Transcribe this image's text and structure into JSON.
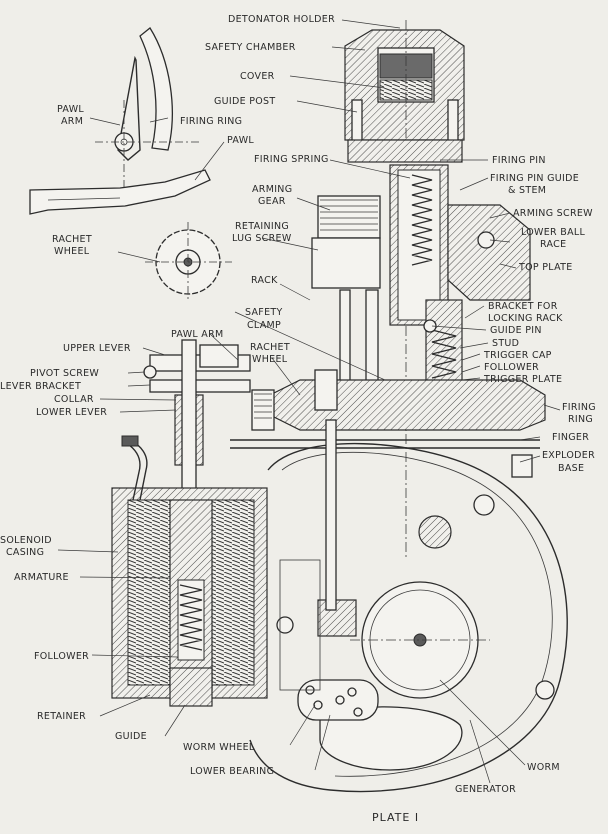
{
  "plate_title": "PLATE I",
  "colors": {
    "paper": "#efeee9",
    "ink": "#2c2c2c"
  },
  "labels": [
    {
      "id": "detonator-holder",
      "text": "DETONATOR HOLDER"
    },
    {
      "id": "safety-chamber",
      "text": "SAFETY CHAMBER"
    },
    {
      "id": "cover",
      "text": "COVER"
    },
    {
      "id": "guide-post",
      "text": "GUIDE POST"
    },
    {
      "id": "pawl-arm-top-1",
      "text": "PAWL"
    },
    {
      "id": "pawl-arm-top-2",
      "text": "ARM"
    },
    {
      "id": "firing-ring-top",
      "text": "FIRING RING"
    },
    {
      "id": "pawl",
      "text": "PAWL"
    },
    {
      "id": "firing-spring",
      "text": "FIRING SPRING"
    },
    {
      "id": "firing-pin",
      "text": "FIRING PIN"
    },
    {
      "id": "firing-pin-guide-1",
      "text": "FIRING PIN GUIDE"
    },
    {
      "id": "firing-pin-guide-2",
      "text": "& STEM"
    },
    {
      "id": "arming-gear-1",
      "text": "ARMING"
    },
    {
      "id": "arming-gear-2",
      "text": "GEAR"
    },
    {
      "id": "arming-screw",
      "text": "ARMING SCREW"
    },
    {
      "id": "rachet-wheel-top-1",
      "text": "RACHET"
    },
    {
      "id": "rachet-wheel-top-2",
      "text": "WHEEL"
    },
    {
      "id": "retaining-lug-1",
      "text": "RETAINING"
    },
    {
      "id": "retaining-lug-2",
      "text": "LUG SCREW"
    },
    {
      "id": "lower-ball-race-1",
      "text": "LOWER BALL"
    },
    {
      "id": "lower-ball-race-2",
      "text": "RACE"
    },
    {
      "id": "top-plate",
      "text": "TOP PLATE"
    },
    {
      "id": "rack",
      "text": "RACK"
    },
    {
      "id": "safety-clamp-1",
      "text": "SAFETY"
    },
    {
      "id": "safety-clamp-2",
      "text": "CLAMP"
    },
    {
      "id": "bracket-locking-1",
      "text": "BRACKET FOR"
    },
    {
      "id": "bracket-locking-2",
      "text": "LOCKING RACK"
    },
    {
      "id": "guide-pin",
      "text": "GUIDE PIN"
    },
    {
      "id": "pawl-arm-mid",
      "text": "PAWL ARM"
    },
    {
      "id": "stud",
      "text": "STUD"
    },
    {
      "id": "upper-lever",
      "text": "UPPER LEVER"
    },
    {
      "id": "rachet-wheel-mid-1",
      "text": "RACHET"
    },
    {
      "id": "rachet-wheel-mid-2",
      "text": "WHEEL"
    },
    {
      "id": "trigger-cap",
      "text": "TRIGGER CAP"
    },
    {
      "id": "follower-right",
      "text": "FOLLOWER"
    },
    {
      "id": "trigger-plate",
      "text": "TRIGGER PLATE"
    },
    {
      "id": "pivot-screw",
      "text": "PIVOT SCREW"
    },
    {
      "id": "lever-bracket",
      "text": "LEVER BRACKET"
    },
    {
      "id": "collar",
      "text": "COLLAR"
    },
    {
      "id": "lower-lever",
      "text": "LOWER LEVER"
    },
    {
      "id": "firing-ring-right-1",
      "text": "FIRING"
    },
    {
      "id": "firing-ring-right-2",
      "text": "RING"
    },
    {
      "id": "finger",
      "text": "FINGER"
    },
    {
      "id": "exploder-base-1",
      "text": "EXPLODER"
    },
    {
      "id": "exploder-base-2",
      "text": "BASE"
    },
    {
      "id": "solenoid-casing-1",
      "text": "SOLENOID"
    },
    {
      "id": "solenoid-casing-2",
      "text": "CASING"
    },
    {
      "id": "armature",
      "text": "ARMATURE"
    },
    {
      "id": "follower-left",
      "text": "FOLLOWER"
    },
    {
      "id": "retainer",
      "text": "RETAINER"
    },
    {
      "id": "guide",
      "text": "GUIDE"
    },
    {
      "id": "worm-wheel",
      "text": "WORM WHEEL"
    },
    {
      "id": "lower-bearing",
      "text": "LOWER BEARING"
    },
    {
      "id": "worm",
      "text": "WORM"
    },
    {
      "id": "generator",
      "text": "GENERATOR"
    }
  ]
}
